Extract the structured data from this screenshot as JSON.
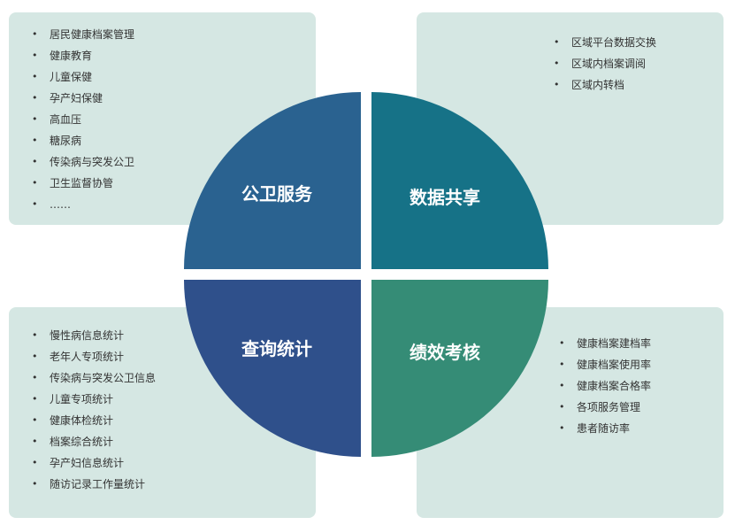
{
  "quadrants": {
    "top_left": {
      "title": "公卫服务",
      "color": "#2a6290"
    },
    "top_right": {
      "title": "数据共享",
      "color": "#167287"
    },
    "bottom_left": {
      "title": "查询统计",
      "color": "#2f508b"
    },
    "bottom_right": {
      "title": "绩效考核",
      "color": "#358c76"
    }
  },
  "lists": {
    "public_health_services": [
      "居民健康档案管理",
      "健康教育",
      "儿童保健",
      "孕产妇保健",
      "高血压",
      "糖尿病",
      "传染病与突发公卫",
      "卫生监督协管",
      "……"
    ],
    "data_sharing": [
      "区域平台数据交换",
      "区域内档案调阅",
      "区域内转档"
    ],
    "query_statistics": [
      "慢性病信息统计",
      "老年人专项统计",
      "传染病与突发公卫信息",
      "儿童专项统计",
      "健康体检统计",
      "档案综合统计",
      "孕产妇信息统计",
      "随访记录工作量统计"
    ],
    "performance_assessment": [
      "健康档案建档率",
      "健康档案使用率",
      "健康档案合格率",
      "各项服务管理",
      "患者随访率"
    ]
  },
  "colors": {
    "panel_bg": "#d5e7e3",
    "text": "#333333"
  }
}
